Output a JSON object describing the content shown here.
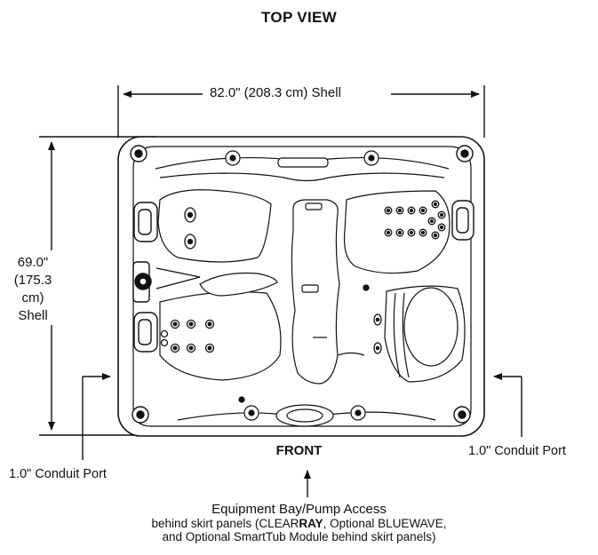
{
  "title": "TOP VIEW",
  "width_label": "82.0\" (208.3 cm) Shell",
  "height_label": {
    "line1": "69.0\"",
    "line2": "(175.3 cm)",
    "line3": "Shell"
  },
  "front_label": "FRONT",
  "conduit_left": "1.0\" Conduit Port",
  "conduit_right": "1.0\" Conduit Port",
  "equipment": {
    "line1": "Equipment Bay/Pump Access",
    "line2_pre": "behind skirt panels (",
    "line2_clear": "CLEAR",
    "line2_ray": "RAY",
    "line2_post": ", Optional BLUEWAVE,",
    "line3": "and Optional SmartTub Module behind skirt panels)"
  },
  "colors": {
    "line": "#111111",
    "fill": "#ffffff"
  }
}
